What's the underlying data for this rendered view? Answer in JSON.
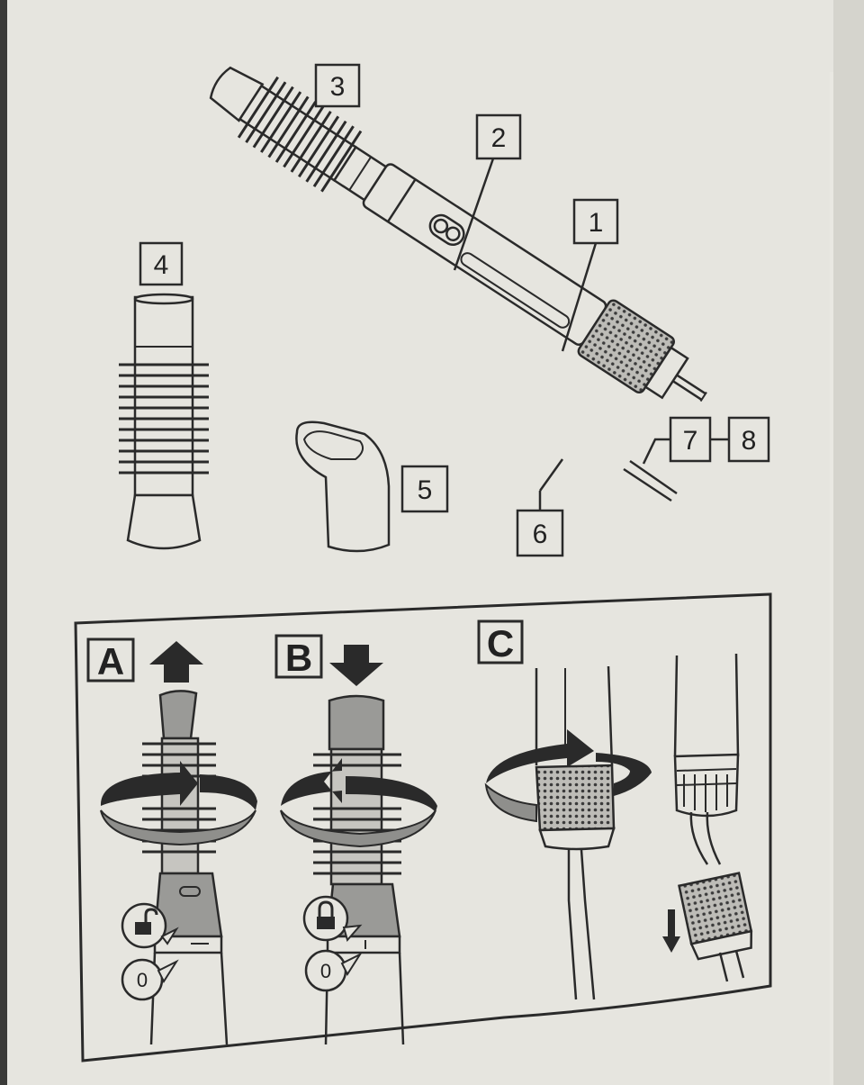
{
  "callouts": {
    "n1": "1",
    "n2": "2",
    "n3": "3",
    "n4": "4",
    "n5": "5",
    "n6": "6",
    "n7": "7",
    "n8": "8"
  },
  "steps": {
    "a": "A",
    "b": "B",
    "c": "C"
  },
  "position_mark": "0",
  "colors": {
    "paper": "#e6e5df",
    "ink": "#2a2a2a",
    "shade": "#8f8f8c"
  }
}
